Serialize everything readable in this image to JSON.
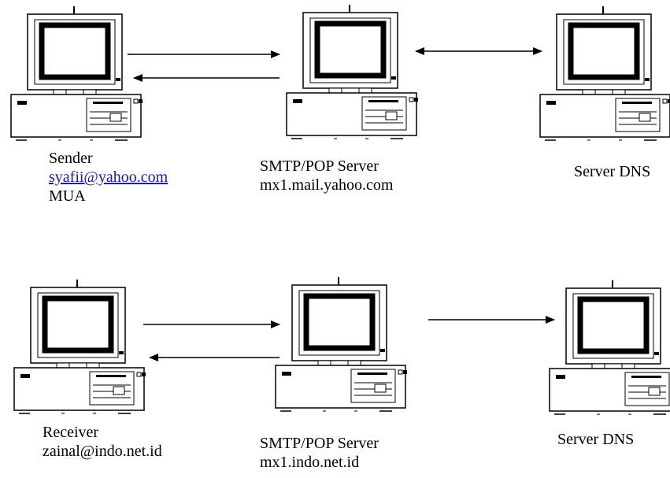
{
  "top_row": {
    "sender": {
      "role": "Sender",
      "email": "syafii@yahoo.com",
      "client": "MUA"
    },
    "smtp_server": {
      "title": "SMTP/POP Server",
      "host": "mx1.mail.yahoo.com"
    },
    "dns_server": {
      "title": "Server DNS"
    }
  },
  "bottom_row": {
    "receiver": {
      "role": "Receiver",
      "email": "zainal@indo.net.id"
    },
    "smtp_server": {
      "title": "SMTP/POP Server",
      "host": "mx1.indo.net.id"
    },
    "dns_server": {
      "title": "Server DNS"
    }
  },
  "colors": {
    "link": "#1a1aa6",
    "line": "#000000"
  },
  "icons": {
    "computer": "desktop-computer-icon"
  }
}
